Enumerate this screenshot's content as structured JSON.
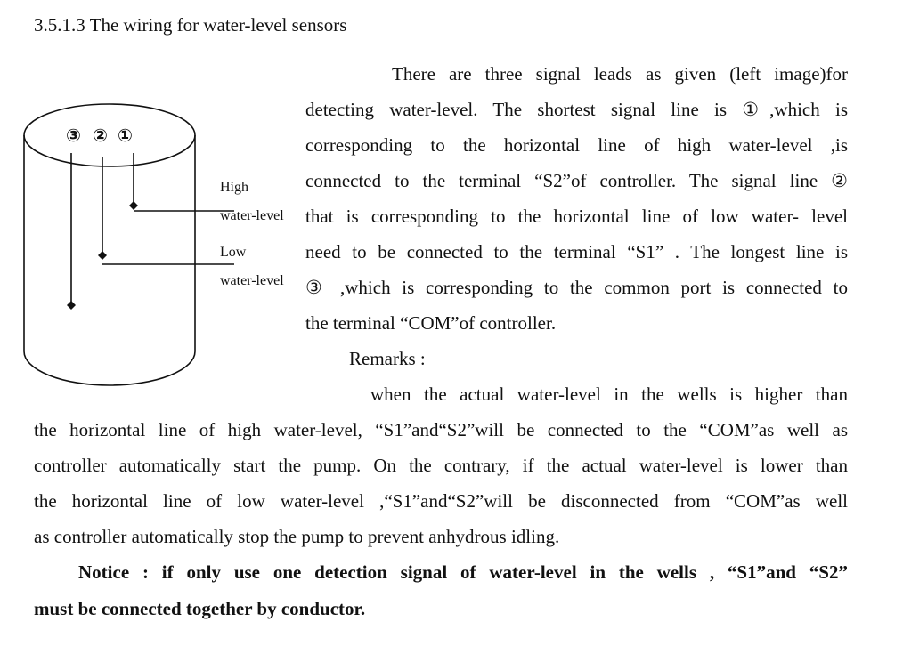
{
  "heading": "3.5.1.3 The wiring for water-level sensors",
  "figure": {
    "lead_numbers": [
      "③",
      "②",
      "①"
    ],
    "high_label": [
      "High",
      "water-level"
    ],
    "low_label": [
      "Low",
      "water-level"
    ]
  },
  "body": {
    "lines": [
      "There are three signal leads as given (left image)for",
      "detecting water-level. The shortest signal line is ①,which is",
      "corresponding to the horizontal line of high water-level ,is",
      "connected to the terminal “S2”of controller. The signal line ②",
      "that is corresponding to the horizontal line of low water- level",
      "need to be connected to the terminal “S1” . The longest line is",
      "③ ,which is corresponding to the common port is connected to",
      "the terminal “COM”of controller.",
      "Remarks :",
      "when the actual water-level in the wells is higher than",
      "the horizontal line of high water-level, “S1”and“S2”will be connected to the “COM”as well as",
      "controller automatically start the pump. On the contrary, if the actual water-level is lower than",
      "the horizontal line of low water-level ,“S1”and“S2”will be disconnected from “COM”as well",
      "as controller automatically stop the pump to prevent anhydrous idling."
    ],
    "notice": [
      "Notice : if only use one detection signal of water-level in the wells , “S1”and “S2”",
      "must be connected together by conductor."
    ]
  }
}
